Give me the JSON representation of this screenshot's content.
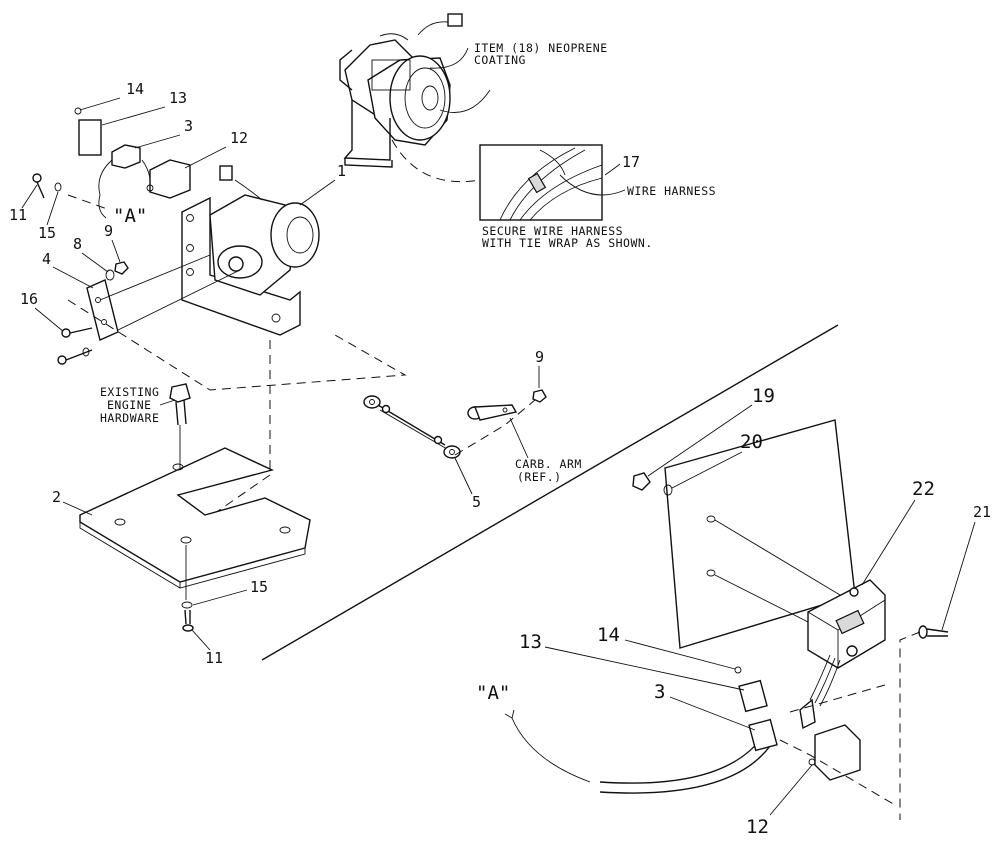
{
  "callouts": {
    "p1": "1",
    "p2": "2",
    "p3_top": "3",
    "p3_bottom": "3",
    "p4": "4",
    "p5": "5",
    "p8": "8",
    "p9_left": "9",
    "p9_right": "9",
    "p11_top": "11",
    "p11_bottom": "11",
    "p12_top": "12",
    "p12_bottom": "12",
    "p13_top": "13",
    "p13_bottom": "13",
    "p14_top": "14",
    "p14_bottom": "14",
    "p15_top": "15",
    "p15_bottom": "15",
    "p16": "16",
    "p17": "17",
    "p19": "19",
    "p20": "20",
    "p21": "21",
    "p22": "22"
  },
  "view_marks": {
    "a_top": "\"A\"",
    "a_bottom": "\"A\""
  },
  "notes": {
    "neoprene_line1": "ITEM (18) NEOPRENE",
    "neoprene_line2": "COATING",
    "wire_harness": "WIRE HARNESS",
    "secure_line1": "SECURE WIRE HARNESS",
    "secure_line2": "WITH TIE WRAP AS SHOWN.",
    "existing_line1": "EXISTING",
    "existing_line2": "ENGINE",
    "existing_line3": "HARDWARE",
    "carb_line1": "CARB. ARM",
    "carb_line2": "(REF.)"
  }
}
